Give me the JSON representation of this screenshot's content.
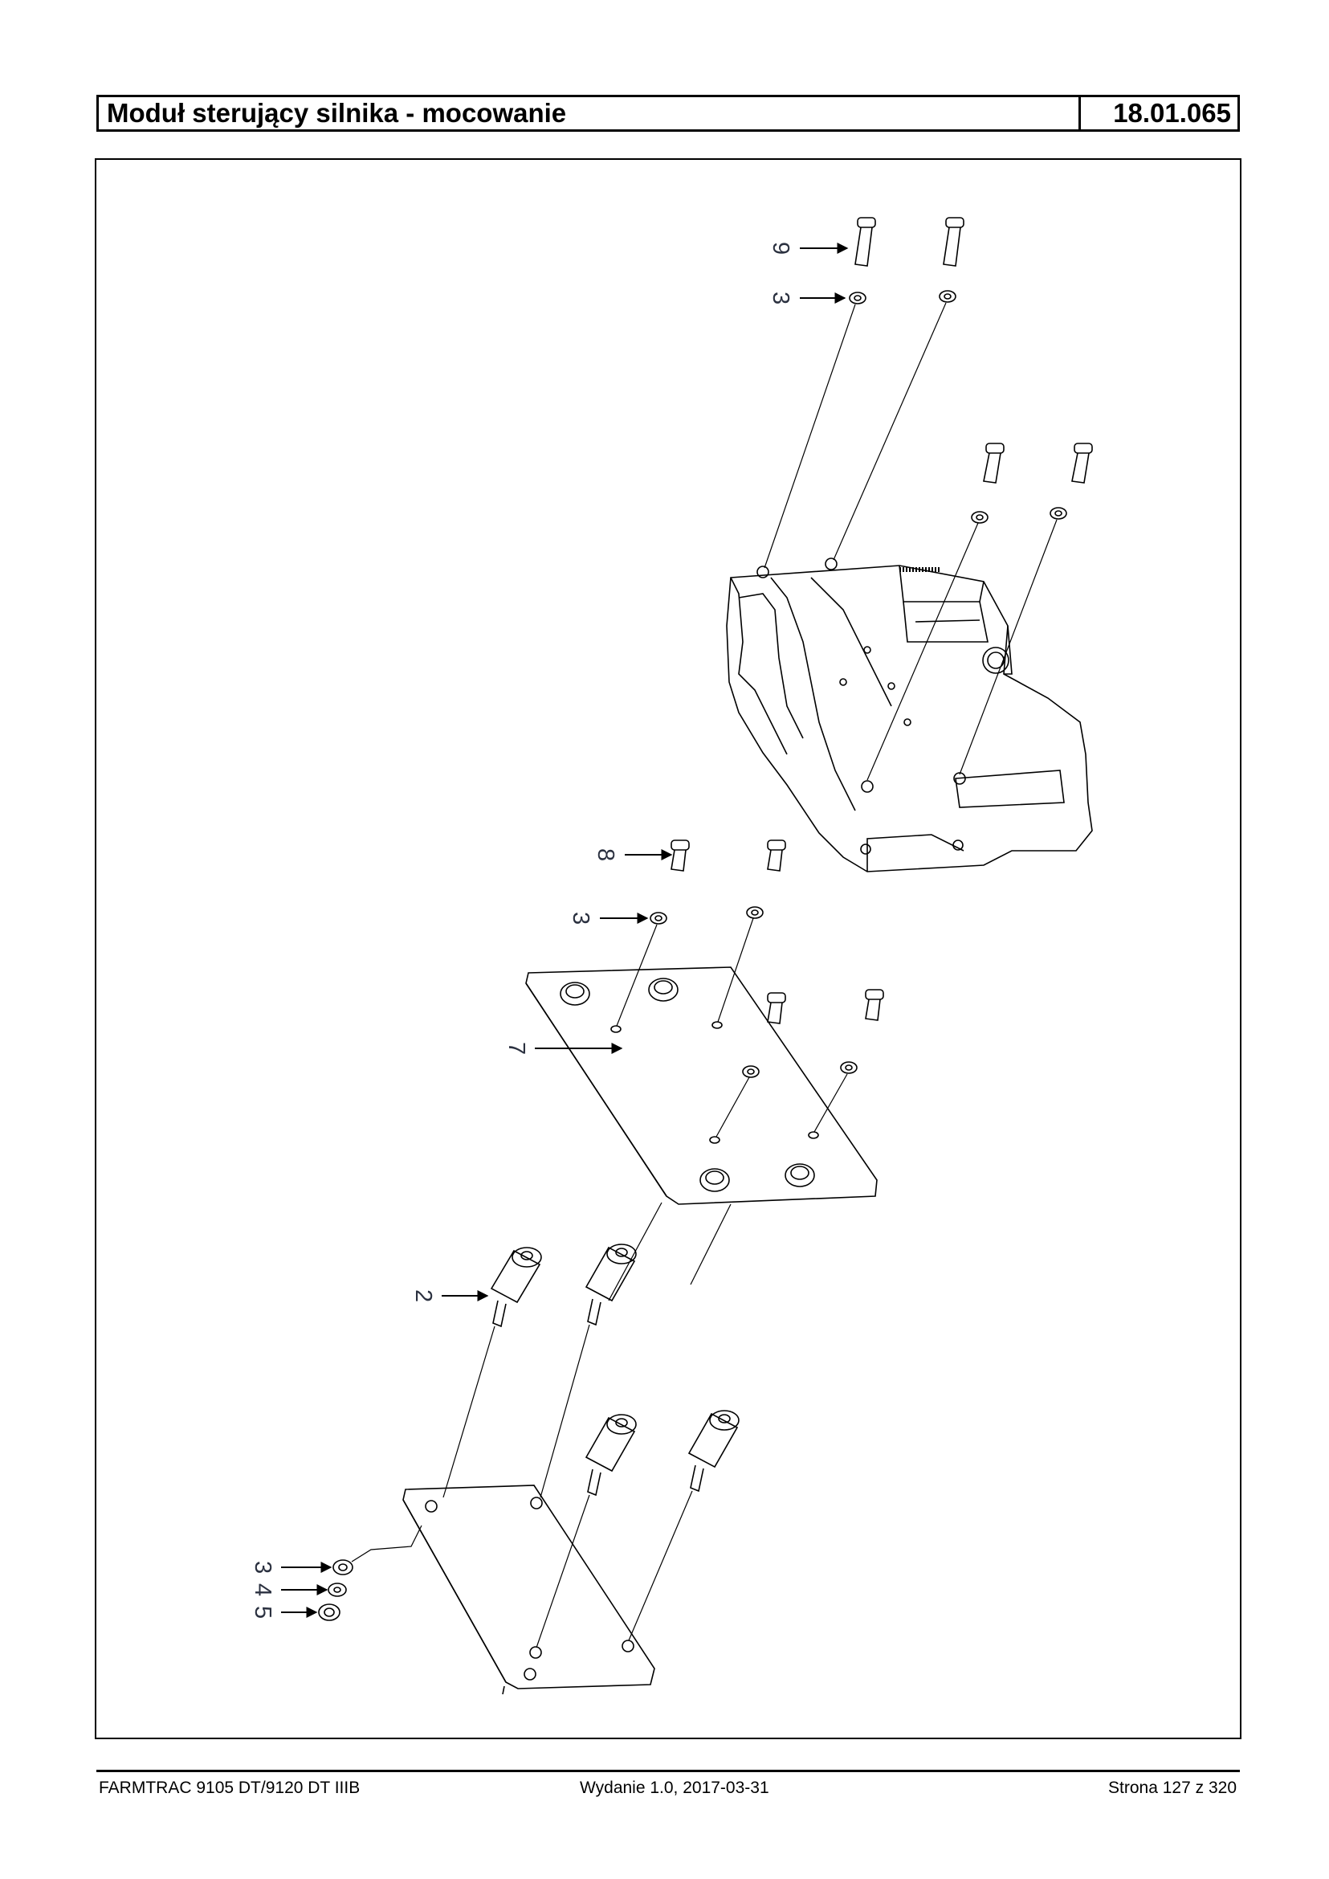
{
  "header": {
    "title": "Moduł sterujący silnika - mocowanie",
    "code": "18.01.065"
  },
  "diagram": {
    "callouts": [
      {
        "id": "c9",
        "label": "9"
      },
      {
        "id": "c3a",
        "label": "3"
      },
      {
        "id": "c8",
        "label": "8"
      },
      {
        "id": "c3b",
        "label": "3"
      },
      {
        "id": "c7",
        "label": "7"
      },
      {
        "id": "c2",
        "label": "2"
      },
      {
        "id": "c3c",
        "label": "3"
      },
      {
        "id": "c4",
        "label": "4"
      },
      {
        "id": "c5",
        "label": "5"
      }
    ]
  },
  "footer": {
    "model": "FARMTRAC 9105 DT/9120 DT IIIB",
    "edition": "Wydanie 1.0,  2017-03-31",
    "page": "Strona 127 z 320"
  }
}
